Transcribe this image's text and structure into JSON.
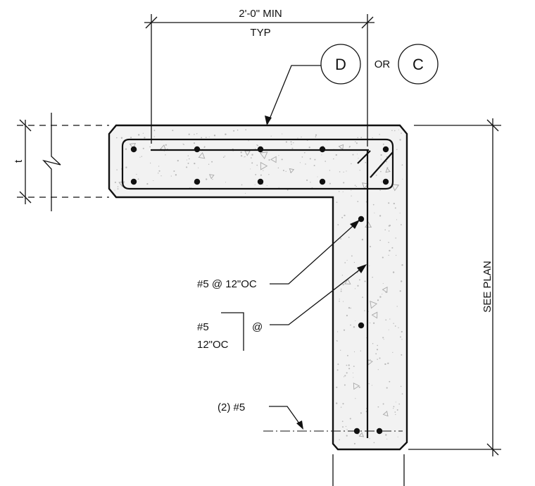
{
  "dimensions": {
    "top_length": "2'-0\" MIN",
    "top_length_note": "TYP",
    "slab_thickness": "t",
    "leg_length": "SEE PLAN"
  },
  "reference_tags": {
    "tag_d": "D",
    "connector": "OR",
    "tag_c": "C"
  },
  "callouts": {
    "horizontal_bars": "#5 @ 12\"OC",
    "stirrup_size": "#5",
    "stirrup_spacing": "12\"OC",
    "stirrup_at": "@",
    "corner_bars": "(2) #5"
  }
}
